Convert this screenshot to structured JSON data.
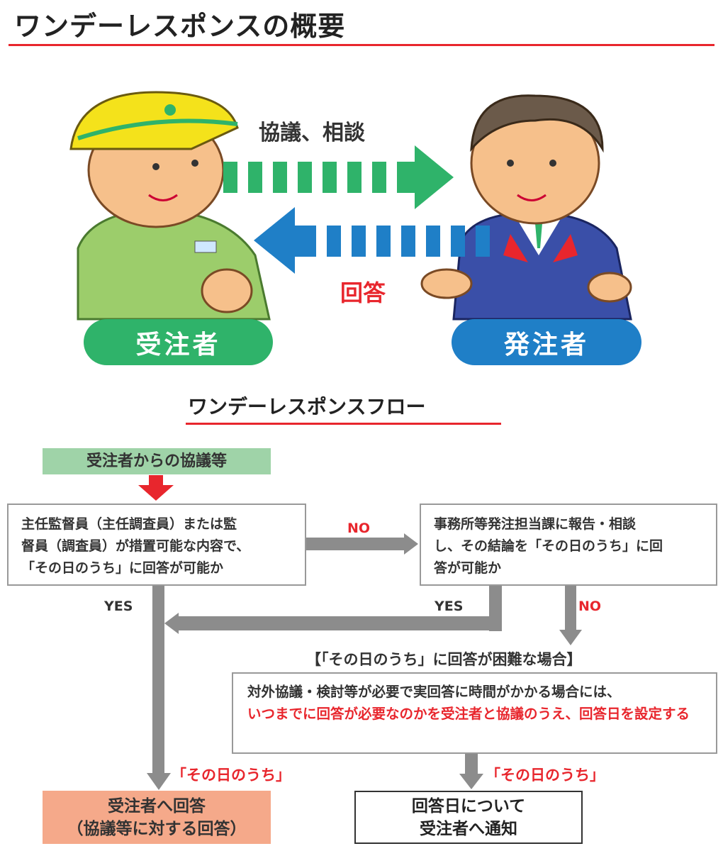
{
  "title": "ワンデーレスポンスの概要",
  "illustration": {
    "consult_label": "協議、相談",
    "answer_label": "回答",
    "contractor_label": "受注者",
    "client_label": "発注者"
  },
  "flow": {
    "heading": "ワンデーレスポンスフロー",
    "start": "受注者からの協議等",
    "box1": [
      "主任監督員（主任調査員）または監",
      "督員（調査員）が措置可能な内容で、",
      "「その日のうち」に回答が可能か"
    ],
    "box2": [
      "事務所等発注担当課に報告・相談",
      "し、その結論を「その日のうち」に回",
      "答が可能か"
    ],
    "no1": "NO",
    "yes1": "YES",
    "yes2": "YES",
    "no2": "NO",
    "difficult_heading": "【「その日のうち」に回答が困難な場合】",
    "box3": {
      "line1": "対外協議・検討等が必要で実回答に時間がかかる場合には、",
      "red_text": "いつまでに回答が必要なのかを受注者と協議のうえ、回答日を設定する"
    },
    "same_day_left": "「その日のうち」",
    "same_day_right": "「その日のうち」",
    "end_left": [
      "受注者へ回答",
      "（協議等に対する回答）"
    ],
    "end_right": [
      "回答日について",
      "受注者へ通知"
    ]
  },
  "colors": {
    "green": "#2fb36a",
    "blue": "#1f7fc7",
    "red": "#e8262d",
    "arrow_gray": "#8c8c8c",
    "start_bg": "#9fd3a8",
    "end_bg": "#f5a98a"
  }
}
